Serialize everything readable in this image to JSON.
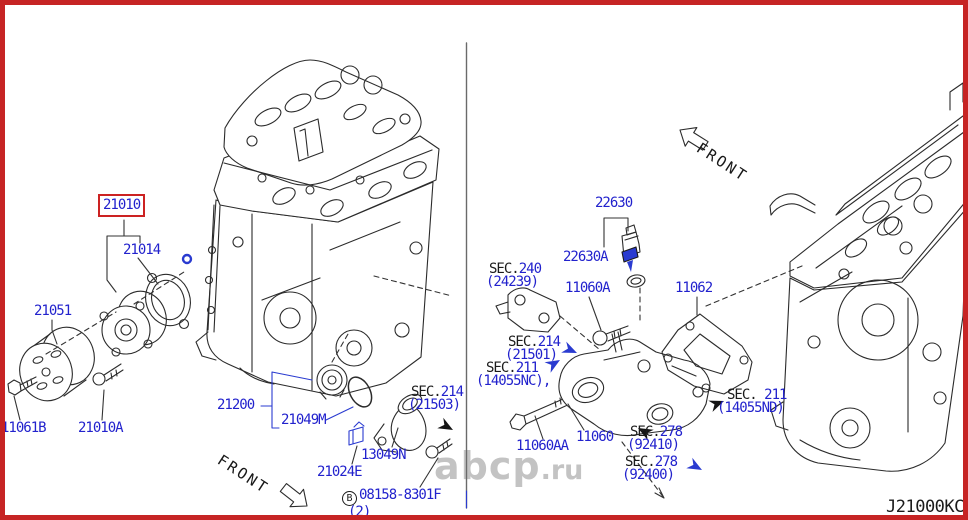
{
  "colors": {
    "label_blue": "#2222cd",
    "line_black": "#2b2b2b",
    "border_red": "#c62424",
    "watermark_gray": "#bdbdbd"
  },
  "watermark": {
    "main": "abcp",
    "tld": ".ru"
  },
  "footer": {
    "code": "J21000KC"
  },
  "front": {
    "left": "FRONT",
    "right": "FRONT"
  },
  "parts": {
    "pump_assy": "21010",
    "pump_gasket": "21014",
    "pulley": "21051",
    "pulley_bolt": "11061B",
    "pump_bolt": "21010A",
    "thermostat": "21200",
    "oring": "21049M",
    "water_outlet": "13049N",
    "clip": "21024E",
    "bolt_b_prefix": "B",
    "bolt_b_number": "08158-8301F",
    "bolt_b_qty": "(2)",
    "sensor": "22630",
    "sensor_oring": "22630A",
    "inlet_bolt": "11060A",
    "inlet_gasket": "11062",
    "inlet_long_bolt": "11060AA",
    "water_inlet": "11060"
  },
  "sections": {
    "s214_21503": {
      "sec": "SEC.",
      "num": "214",
      "ref": "(21503)"
    },
    "s240_24239": {
      "sec": "SEC.",
      "num": "240",
      "ref": "(24239)"
    },
    "s214_21501": {
      "sec": "SEC.",
      "num": "214",
      "ref": "(21501)"
    },
    "s211_14055nc": {
      "sec": "SEC.",
      "num": "211",
      "ref": "(14055NC),"
    },
    "s211_14055nd": {
      "sec": "SEC. ",
      "num": "211",
      "ref": "(14055ND)"
    },
    "s278_92410": {
      "sec": "SEC.",
      "num": "278",
      "ref": "(92410)"
    },
    "s278_92400": {
      "sec": "SEC.",
      "num": "278",
      "ref": "(92400)"
    }
  }
}
